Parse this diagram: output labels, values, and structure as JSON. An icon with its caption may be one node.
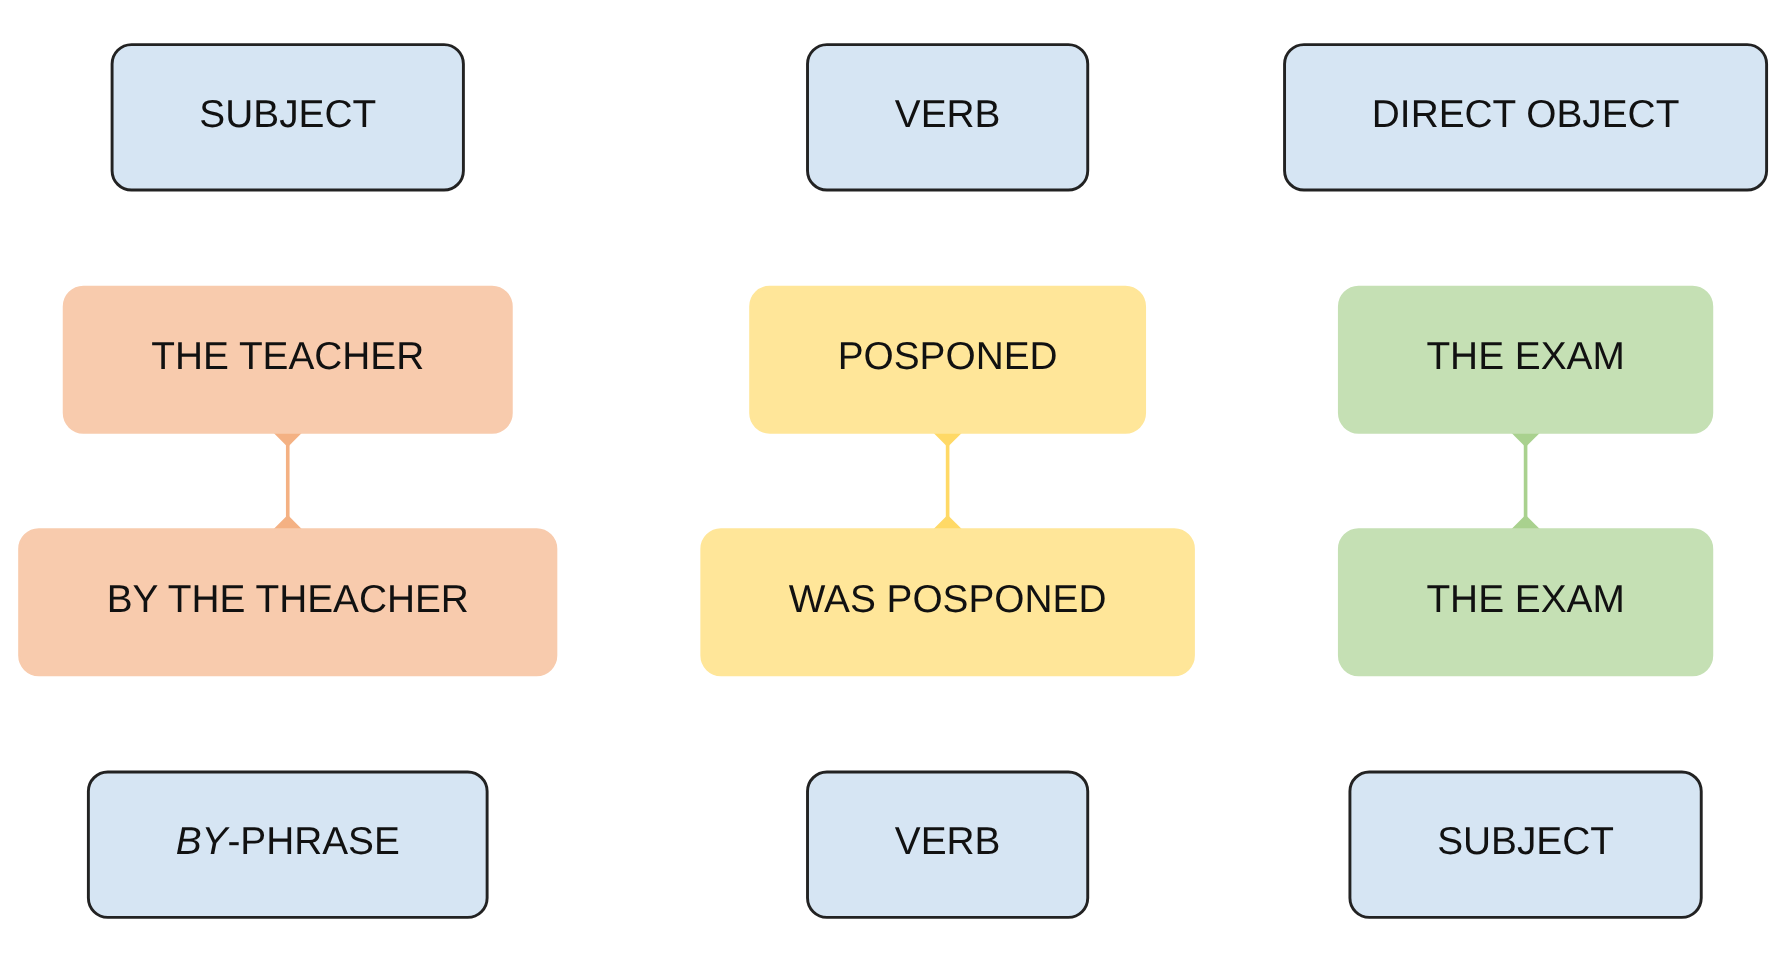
{
  "diagram": {
    "nodes": [
      {
        "text": [
          "SUBJECT"
        ]
      },
      {
        "text": [
          "VERB"
        ]
      },
      {
        "text": [
          "DIRECT OBJECT"
        ]
      },
      {
        "text": [
          "THE TEACHER"
        ]
      },
      {
        "text": [
          "POSPONED"
        ]
      },
      {
        "text": [
          "THE EXAM"
        ]
      },
      {
        "text": [
          "THE EXAM"
        ]
      },
      {
        "text": [
          "WAS POSPONED"
        ]
      },
      {
        "text": [
          "BY THE THEACHER"
        ]
      },
      {
        "text": [
          "SUBJECT"
        ]
      },
      {
        "text": [
          "VERB"
        ]
      },
      {
        "text": [
          "*BY*-PHRASE"
        ]
      }
    ],
    "edges": [
      {
        "from": 3,
        "to": 8,
        "arrow": "other",
        "color": "#f4b183"
      },
      {
        "from": 4,
        "to": 7,
        "arrow": "other",
        "color": "#ffd966"
      },
      {
        "from": 5,
        "to": 6,
        "arrow": "other",
        "color": "#a9d18e"
      }
    ]
  }
}
